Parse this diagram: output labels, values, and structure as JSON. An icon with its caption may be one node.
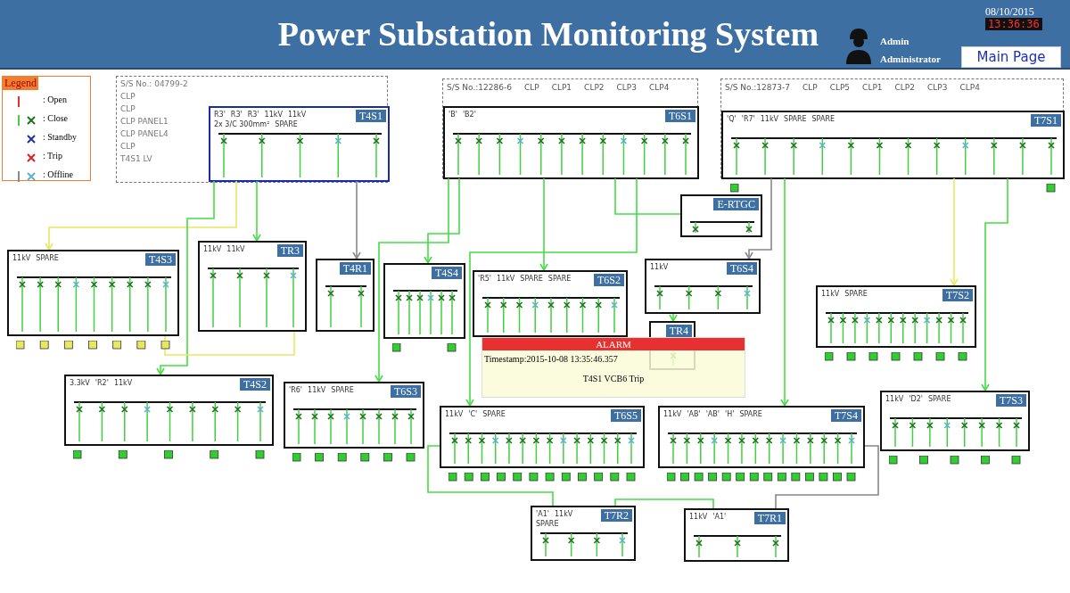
{
  "diagram": {
    "title": "Power Substation Monitoring System",
    "nodes": [
      {
        "text": [
          "S/S No.: 04799-2",
          "CLP",
          "CLP",
          "CLP PANEL1",
          "CLP PANEL4",
          "CLP",
          "T4S1 LV"
        ]
      },
      {
        "text": [
          "R3'",
          "R3'",
          "R3'",
          "11kV",
          "11kV",
          "2x 3/C 300mm²",
          "SPARE",
          "T4S1"
        ],
        "in": 0
      },
      {
        "text": [
          "S/S No.:12286-6",
          "CLP",
          "CLP1",
          "CLP2",
          "CLP3",
          "CLP4"
        ]
      },
      {
        "text": [
          "'B'",
          "'B2'",
          "T6S1"
        ],
        "in": 2
      },
      {
        "text": [
          "S/S No.:12873-7",
          "CLP",
          "CLP5",
          "CLP1",
          "CLP2",
          "CLP3",
          "CLP4"
        ]
      },
      {
        "text": [
          "'Q'",
          "'R7'",
          "11kV",
          "SPARE",
          "SPARE",
          "T7S1"
        ],
        "in": 4
      },
      {
        "text": [
          "E-RTGC"
        ]
      },
      {
        "text": [
          "11kV",
          "SPARE",
          "T4S3"
        ]
      },
      {
        "text": [
          "11kV",
          "11kV",
          "TR3"
        ]
      },
      {
        "text": [
          "T4R1"
        ]
      },
      {
        "text": [
          "T4S4"
        ]
      },
      {
        "text": [
          "'R5'",
          "11kV",
          "SPARE",
          "SPARE",
          "T6S2"
        ]
      },
      {
        "text": [
          "11kV",
          "T6S4"
        ]
      },
      {
        "text": [
          "TR4"
        ]
      },
      {
        "text": [
          "11kV",
          "SPARE",
          "T7S2"
        ]
      },
      {
        "text": [
          "3.3kV",
          "'R2'",
          "11kV",
          "T4S2"
        ]
      },
      {
        "text": [
          "'R6'",
          "11kV",
          "SPARE",
          "T6S3"
        ]
      },
      {
        "text": [
          "11kV",
          "'C'",
          "SPARE",
          "T6S5"
        ]
      },
      {
        "text": [
          "11kV",
          "'AB'",
          "'AB'",
          "'H'",
          "SPARE",
          "T7S4"
        ]
      },
      {
        "text": [
          "11kV",
          "'D2'",
          "SPARE",
          "T7S3"
        ]
      },
      {
        "text": [
          "'A1'",
          "11kV",
          "SPARE",
          "T7R2"
        ]
      },
      {
        "text": [
          "11kV",
          "'A1'",
          "T7R1"
        ]
      },
      {
        "text": [
          "ALARM",
          "Timestamp:2015-10-08 13:35:46.357",
          "T4S1 VCB6 Trip"
        ]
      }
    ],
    "edges": [
      {
        "from": 1,
        "to": 7,
        "arrow": "to",
        "color": "#e8e860"
      },
      {
        "from": 1,
        "to": 8,
        "arrow": "to"
      },
      {
        "from": 1,
        "to": 15,
        "arrow": "to"
      },
      {
        "from": 1,
        "to": 9,
        "arrow": "to",
        "color": "#888888"
      },
      {
        "from": 3,
        "to": 11,
        "arrow": "to"
      },
      {
        "from": 3,
        "to": 10,
        "arrow": "to"
      },
      {
        "from": 3,
        "to": 6,
        "arrow": "none"
      },
      {
        "from": 3,
        "to": 16,
        "arrow": "to"
      },
      {
        "from": 3,
        "to": 17,
        "arrow": "to"
      },
      {
        "from": 5,
        "to": 12,
        "arrow": "to",
        "color": "#888888"
      },
      {
        "from": 5,
        "to": 14,
        "arrow": "to",
        "color": "#e8e860"
      },
      {
        "from": 5,
        "to": 18,
        "arrow": "to"
      },
      {
        "from": 5,
        "to": 19,
        "arrow": "to"
      },
      {
        "from": 12,
        "to": 13,
        "arrow": "to"
      },
      {
        "from": 17,
        "to": 20,
        "arrow": "none"
      },
      {
        "from": 20,
        "to": 21,
        "arrow": "none"
      },
      {
        "from": 18,
        "to": 21,
        "arrow": "none",
        "color": "#888888"
      },
      {
        "from": 7,
        "to": 8,
        "arrow": "none",
        "color": "#e8e860"
      }
    ],
    "labels": [
      "08/10/2015",
      "13:36:36",
      "Admin",
      "Administrator",
      "Main Page",
      "Legend"
    ],
    "legend": [
      {
        "text": ": Open"
      },
      {
        "text": ": Close"
      },
      {
        "text": ": Standby"
      },
      {
        "text": ": Trip"
      },
      {
        "text": ": Offline"
      }
    ]
  }
}
